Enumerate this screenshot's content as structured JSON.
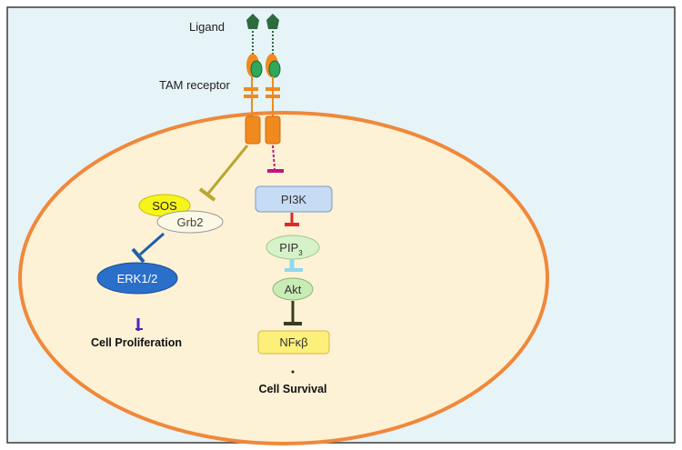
{
  "labels": {
    "ligand": "Ligand",
    "receptor": "TAM receptor",
    "sos": "SOS",
    "grb2": "Grb2",
    "erk": "ERK1/2",
    "pi3k": "PI3K",
    "pip": "PIP",
    "pip_sub": "3",
    "akt": "Akt",
    "nfkb": "NFκβ",
    "cell_proliferation": "Cell Proliferation",
    "cell_survival": "Cell Survival"
  },
  "colors": {
    "background": "#e6f3f7",
    "cell_fill": "#fdf1d6",
    "cell_border": "#f0883a",
    "receptor": "#f08a1f",
    "ligand": "#2d6a3e",
    "ligand_oval": "#2fa85c",
    "sos": "#f5f51c",
    "grb2": "#fbf8e6",
    "erk": "#2a6fc9",
    "pi3k": "#c6dcf4",
    "pip": "#d6f2c9",
    "akt": "#c9ecb6",
    "nfkb": "#fdf07a",
    "inhibit_olive": "#b8a632",
    "inhibit_magenta": "#c0167e",
    "inhibit_red": "#e02a2a",
    "inhibit_cyan": "#8ed8f0",
    "inhibit_dark": "#3a3a22",
    "inhibit_blue": "#1f5fa8",
    "inhibit_purple": "#4b2bb0"
  },
  "icons": [
    "ligand-icon",
    "tam-receptor-icon",
    "inhibition-arrow-icon"
  ]
}
